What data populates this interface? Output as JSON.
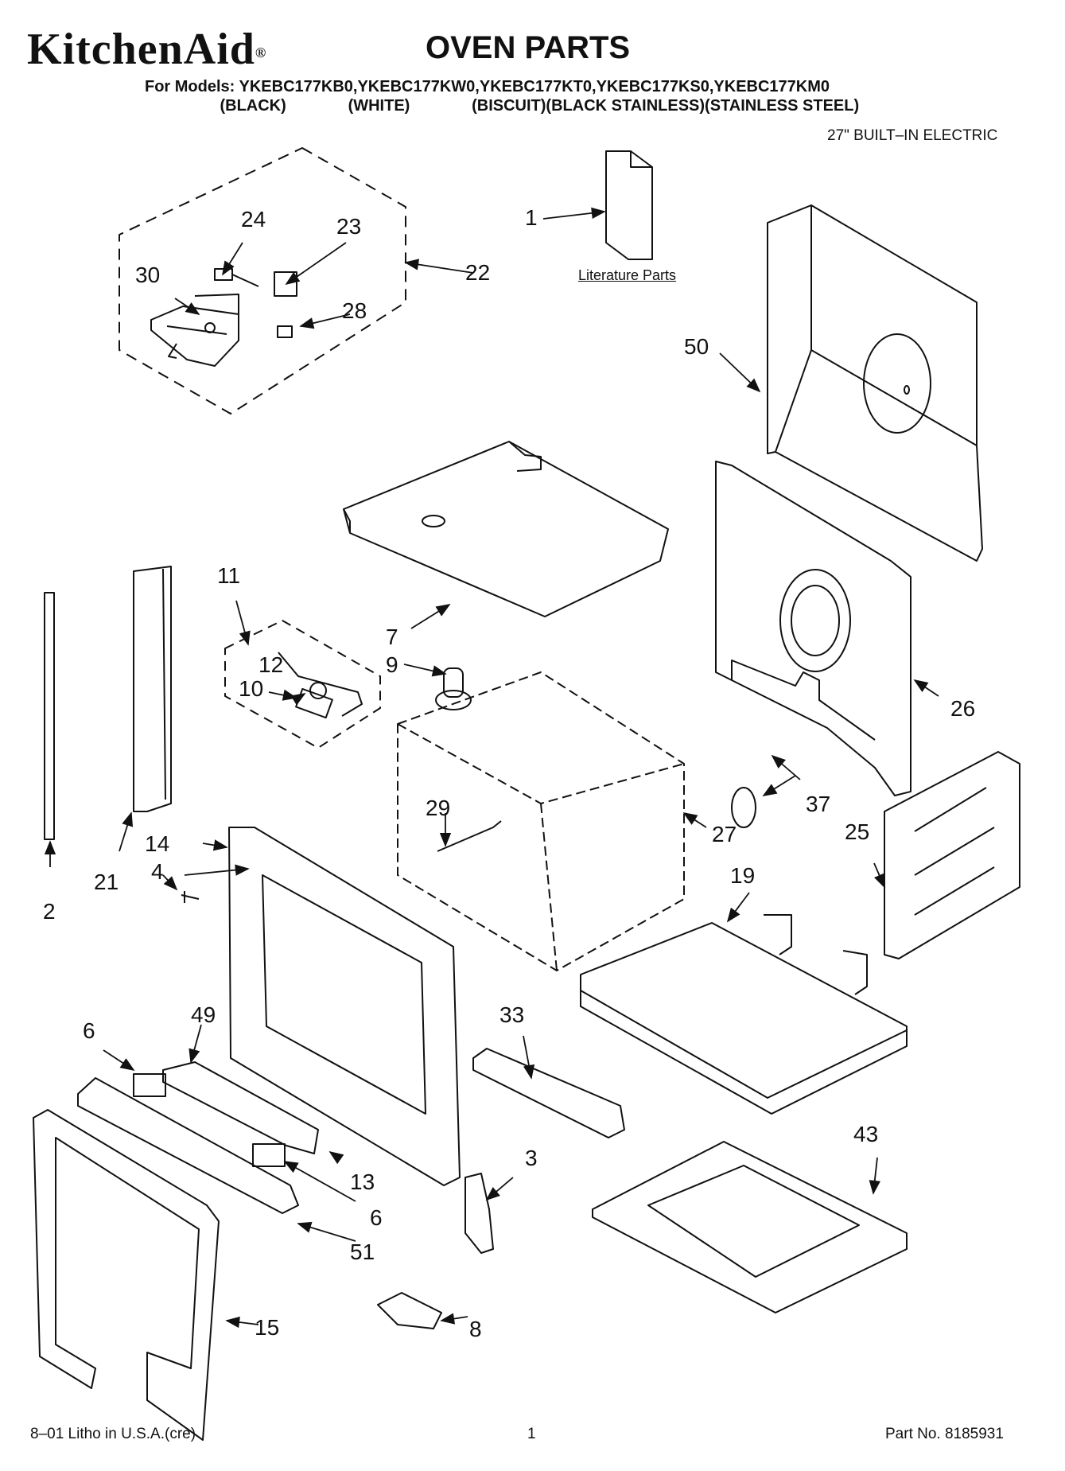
{
  "header": {
    "brand": "KitchenAid",
    "brand_mark": "®",
    "title": "OVEN PARTS",
    "models_line": "For Models: YKEBC177KB0,YKEBC177KW0,YKEBC177KT0,YKEBC177KS0,YKEBC177KM0",
    "colors_line": "                 (BLACK)              (WHITE)              (BISCUIT)(BLACK STAINLESS)(STAINLESS STEEL)",
    "subtitle": "27\" BUILT–IN ELECTRIC"
  },
  "diagram": {
    "literature_label": "Literature Parts",
    "callouts": {
      "c1": "1",
      "c2": "2",
      "c3": "3",
      "c4": "4",
      "c6a": "6",
      "c6b": "6",
      "c7": "7",
      "c8": "8",
      "c9": "9",
      "c10": "10",
      "c11": "11",
      "c12": "12",
      "c13": "13",
      "c14": "14",
      "c15": "15",
      "c19": "19",
      "c21": "21",
      "c22": "22",
      "c23": "23",
      "c24": "24",
      "c25": "25",
      "c26": "26",
      "c27": "27",
      "c28": "28",
      "c29": "29",
      "c30": "30",
      "c33": "33",
      "c37": "37",
      "c43": "43",
      "c49": "49",
      "c50": "50",
      "c51": "51"
    }
  },
  "footer": {
    "litho": "8–01 Litho in U.S.A.(cre)",
    "page": "1",
    "part_no": "Part No. 8185931"
  }
}
